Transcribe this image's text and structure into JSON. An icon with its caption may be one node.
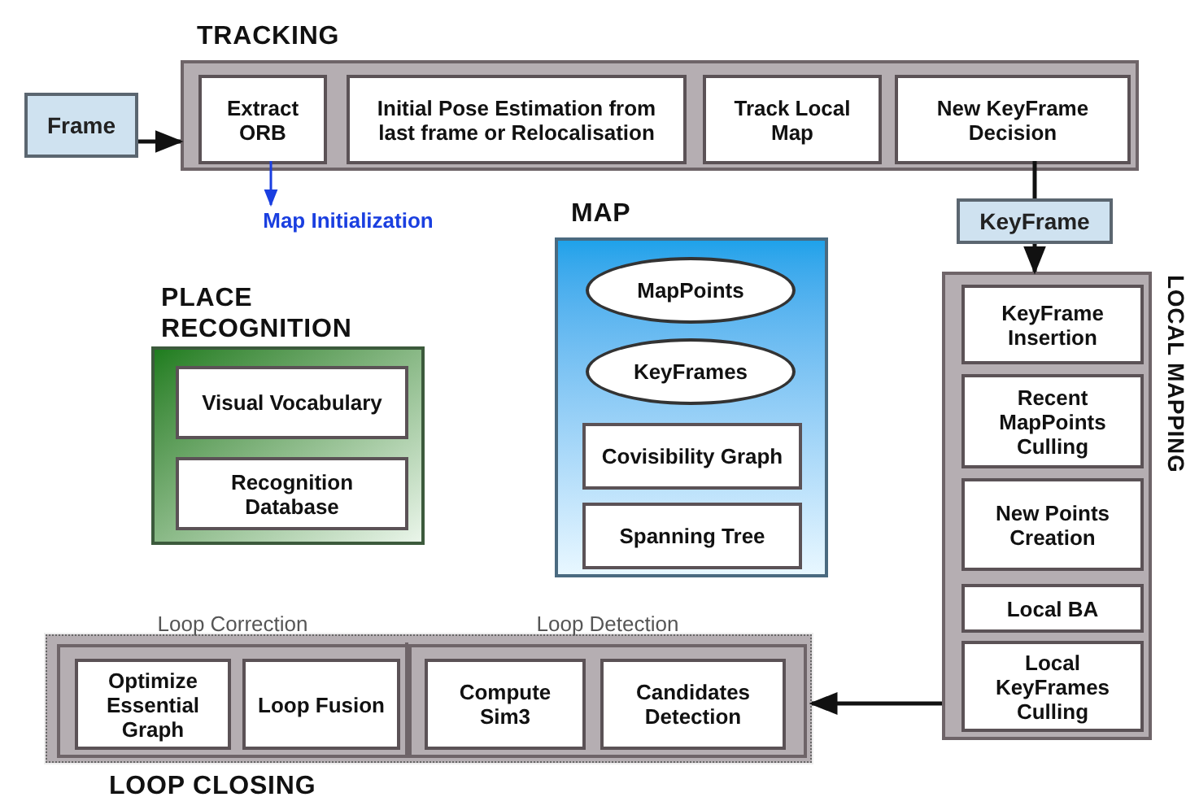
{
  "diagram": {
    "nodes": [
      {
        "text": [
          "TRACKING"
        ]
      },
      {
        "text": [
          "Extract ORB"
        ],
        "in": 0
      },
      {
        "text": [
          "Initial Pose Estimation from last frame or Relocalisation"
        ],
        "in": 0
      },
      {
        "text": [
          "Track Local Map"
        ],
        "in": 0
      },
      {
        "text": [
          "New KeyFrame Decision"
        ],
        "in": 0
      },
      {
        "text": [
          "Frame"
        ]
      },
      {
        "text": [
          "Map Initialization"
        ]
      },
      {
        "text": [
          "KeyFrame"
        ]
      },
      {
        "text": [
          "LOCAL MAPPING"
        ]
      },
      {
        "text": [
          "KeyFrame Insertion"
        ],
        "in": 8
      },
      {
        "text": [
          "Recent MapPoints Culling"
        ],
        "in": 8
      },
      {
        "text": [
          "New Points Creation"
        ],
        "in": 8
      },
      {
        "text": [
          "Local BA"
        ],
        "in": 8
      },
      {
        "text": [
          "Local KeyFrames Culling"
        ],
        "in": 8
      },
      {
        "text": [
          "PLACE RECOGNITION"
        ]
      },
      {
        "text": [
          "Visual Vocabulary"
        ],
        "in": 14
      },
      {
        "text": [
          "Recognition Database"
        ],
        "in": 14
      },
      {
        "text": [
          "MAP"
        ]
      },
      {
        "text": [
          "MapPoints"
        ],
        "in": 17
      },
      {
        "text": [
          "KeyFrames"
        ],
        "in": 17
      },
      {
        "text": [
          "Covisibility Graph"
        ],
        "in": 17
      },
      {
        "text": [
          "Spanning Tree"
        ],
        "in": 17
      },
      {
        "text": [
          "LOOP CLOSING"
        ]
      },
      {
        "text": [
          "Loop Correction"
        ],
        "in": 22
      },
      {
        "text": [
          "Optimize Essential Graph"
        ],
        "in": 23
      },
      {
        "text": [
          "Loop Fusion"
        ],
        "in": 23
      },
      {
        "text": [
          "Loop Detection"
        ],
        "in": 22
      },
      {
        "text": [
          "Compute Sim3"
        ],
        "in": 26
      },
      {
        "text": [
          "Candidates Detection"
        ],
        "in": 26
      }
    ],
    "edges": [
      {
        "from": 5,
        "to": 0,
        "arrow": "to"
      },
      {
        "from": 1,
        "to": 6,
        "arrow": "to",
        "color": "#1a3fe0"
      },
      {
        "from": 4,
        "to": 7,
        "arrow": "none"
      },
      {
        "from": 7,
        "to": 8,
        "arrow": "to"
      },
      {
        "from": 8,
        "to": 22,
        "arrow": "to"
      }
    ]
  }
}
